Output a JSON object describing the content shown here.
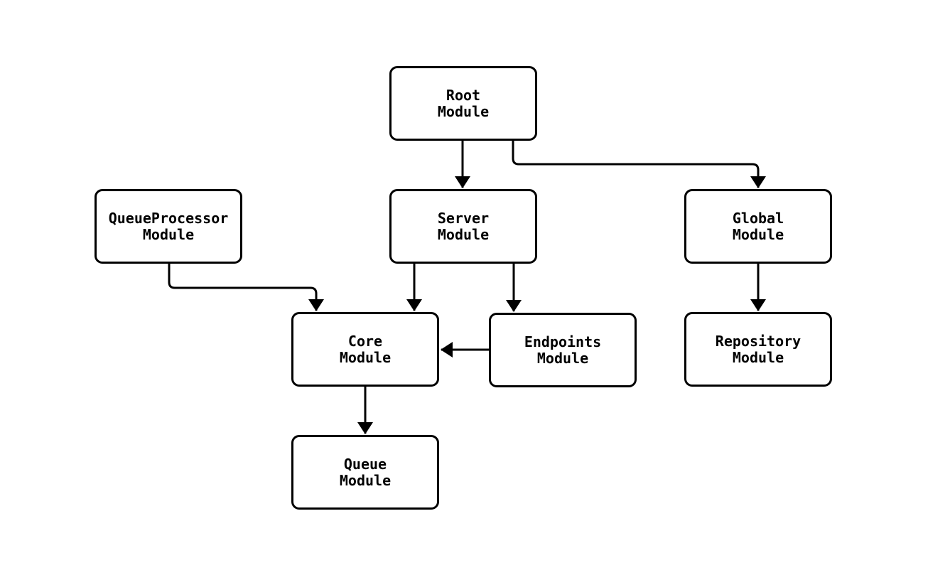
{
  "diagram": {
    "kind": "module-dependency-graph",
    "nodes": {
      "root": {
        "label": "Root\nModule"
      },
      "queue_processor": {
        "label": "QueueProcessor\nModule"
      },
      "server": {
        "label": "Server\nModule"
      },
      "global": {
        "label": "Global\nModule"
      },
      "core": {
        "label": "Core\nModule"
      },
      "endpoints": {
        "label": "Endpoints\nModule"
      },
      "repository": {
        "label": "Repository\nModule"
      },
      "queue": {
        "label": "Queue\nModule"
      }
    },
    "edges": [
      {
        "from": "Root Module",
        "to": "Server Module"
      },
      {
        "from": "Root Module",
        "to": "Global Module"
      },
      {
        "from": "QueueProcessor Module",
        "to": "Core Module"
      },
      {
        "from": "Server Module",
        "to": "Core Module"
      },
      {
        "from": "Server Module",
        "to": "Endpoints Module"
      },
      {
        "from": "Endpoints Module",
        "to": "Core Module"
      },
      {
        "from": "Global Module",
        "to": "Repository Module"
      },
      {
        "from": "Core Module",
        "to": "Queue Module"
      }
    ],
    "colors": {
      "background": "#ffffff",
      "node_fill": "#ffffff",
      "node_border": "#000000",
      "edge": "#000000",
      "text": "#000000"
    }
  }
}
